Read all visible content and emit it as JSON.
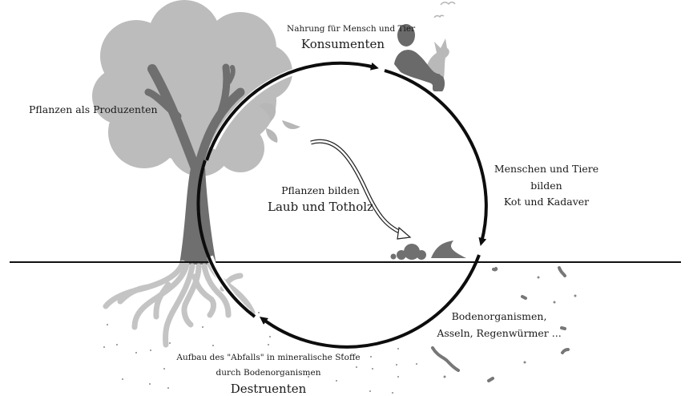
{
  "diagram": {
    "title": "Stoffkreislauf",
    "colors": {
      "cycle": "#0d0d0d",
      "ground": "#111111",
      "tree_crown": "#bcbcbc",
      "tree_trunk": "#6f6f6f",
      "roots": "#c4c4c4",
      "person": "#6a6a6a",
      "dog": "#b9b9b9",
      "leaves": "#b7b7b7",
      "litter": "#707070",
      "worms": "#777777"
    },
    "labels": {
      "producers": "Pflanzen als Produzenten",
      "consumers_sub": "Nahrung für Mensch und Tier",
      "consumers": "Konsumenten",
      "waste_line1": "Menschen und Tiere",
      "waste_line2": "bilden",
      "waste_line3": "Kot und Kadaver",
      "litter_sub": "Pflanzen bilden",
      "litter": "Laub und Totholz",
      "soil_line1": "Bodenorganismen,",
      "soil_line2": "Asseln, Regenwürmer ...",
      "decomp_line1": "Aufbau des \"Abfalls\" in mineralische Stoffe",
      "decomp_line2": "durch Bodenorganismen",
      "decomposers": "Destruenten"
    },
    "icons": [
      "tree-icon",
      "roots-icon",
      "person-icon",
      "dog-icon",
      "bird-icon",
      "falling-leaf-icon",
      "litter-pile-icon",
      "worm-icon"
    ]
  }
}
